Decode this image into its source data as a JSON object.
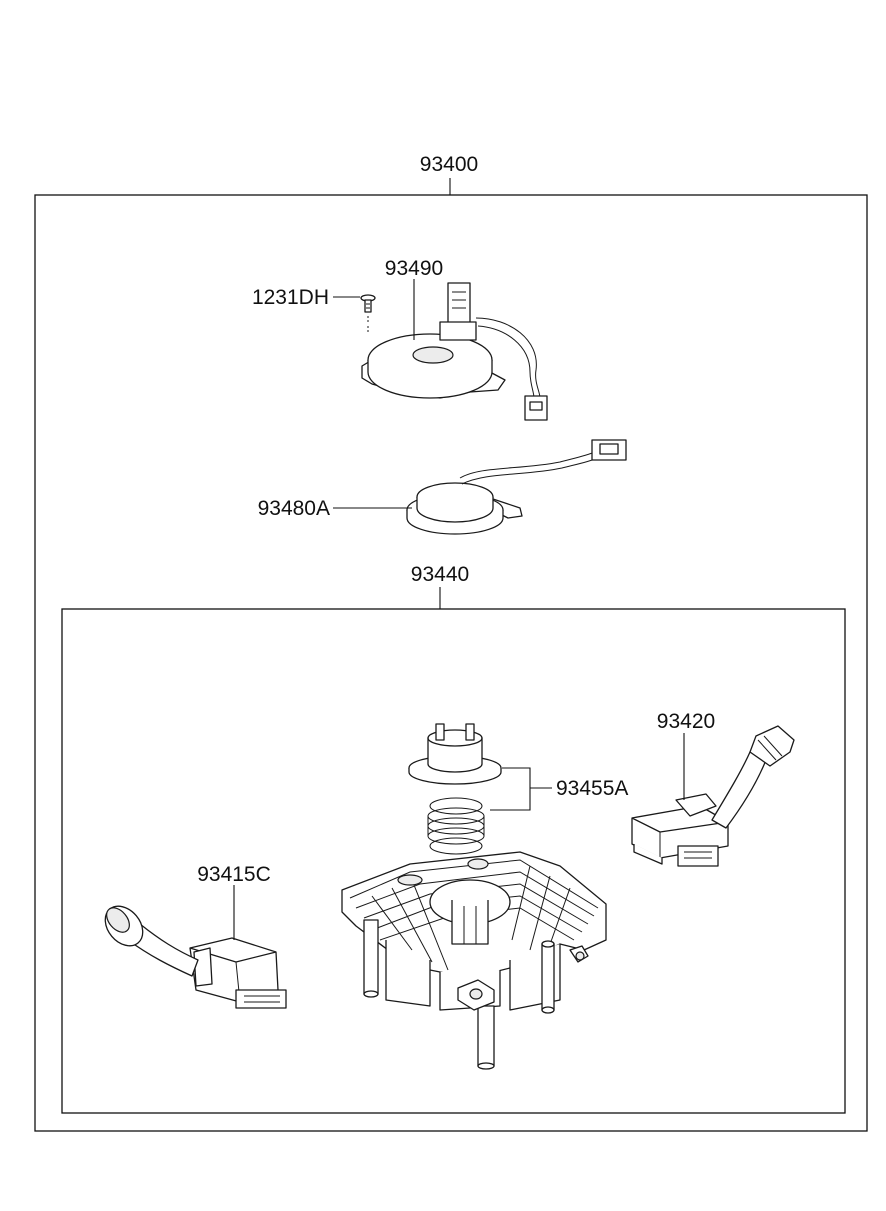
{
  "diagram": {
    "labels": {
      "assembly": "93400",
      "clock_spring": "93490",
      "screw": "1231DH",
      "sensor": "93480A",
      "switch_assembly": "93440",
      "lighting_switch": "93420",
      "wiper_switch": "93415C",
      "spring_cam": "93455A"
    }
  }
}
